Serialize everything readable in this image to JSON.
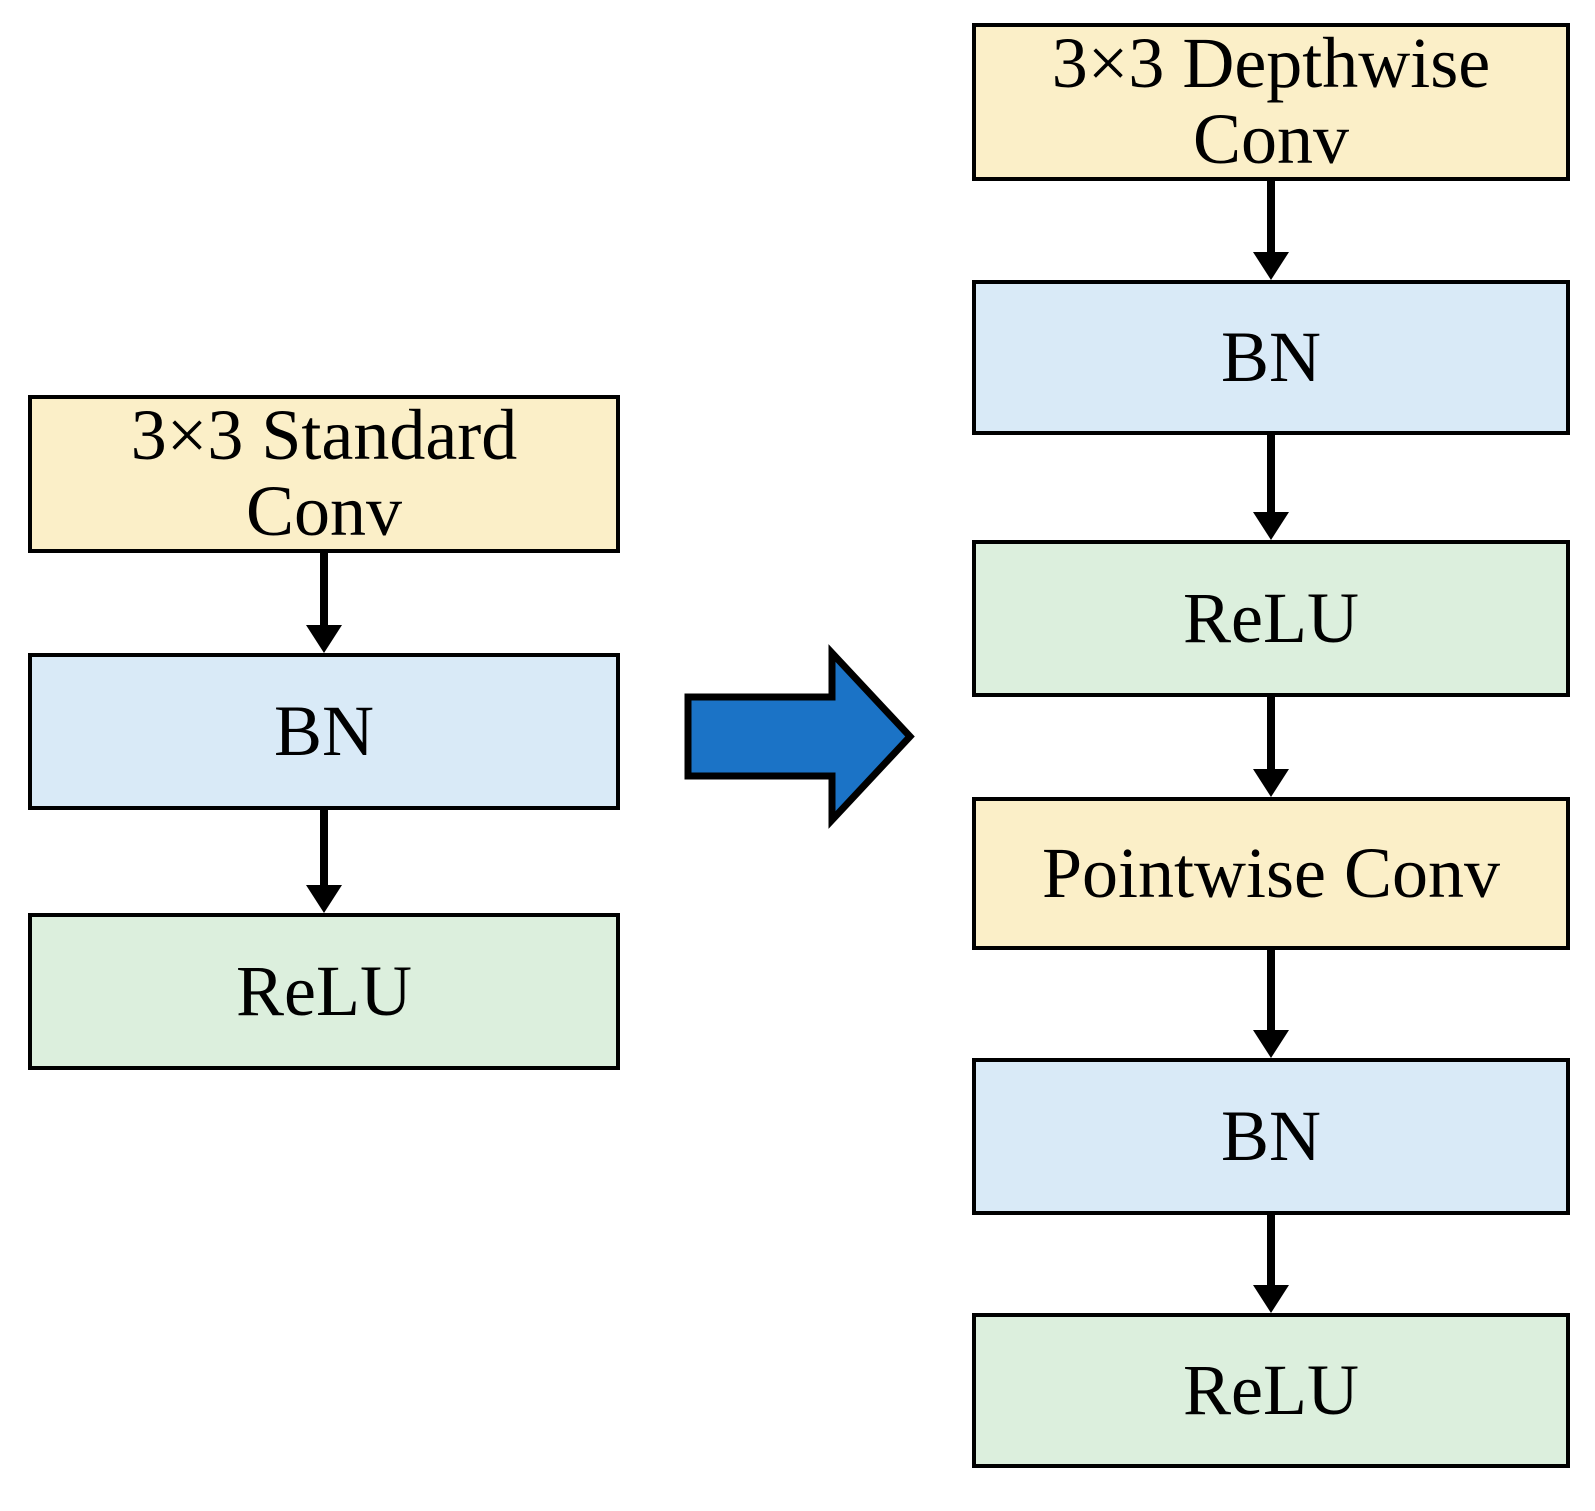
{
  "colors": {
    "conv_fill": "#FBEFC8",
    "bn_fill": "#D9EAF7",
    "relu_fill": "#DCEFDD",
    "connector": "#000000",
    "transform_arrow_fill": "#1B73C6"
  },
  "diagram": {
    "left_column": {
      "description": "standard convolution block",
      "nodes": [
        {
          "type": "conv",
          "lines": [
            "3×3 Standard",
            "Conv"
          ]
        },
        {
          "type": "bn",
          "lines": [
            "BN"
          ]
        },
        {
          "type": "relu",
          "lines": [
            "ReLU"
          ]
        }
      ]
    },
    "transform_arrow": {
      "direction": "right"
    },
    "right_column": {
      "description": "depthwise separable convolution block",
      "nodes": [
        {
          "type": "conv",
          "lines": [
            "3×3 Depthwise",
            "Conv"
          ]
        },
        {
          "type": "bn",
          "lines": [
            "BN"
          ]
        },
        {
          "type": "relu",
          "lines": [
            "ReLU"
          ]
        },
        {
          "type": "conv",
          "lines": [
            "Pointwise Conv"
          ]
        },
        {
          "type": "bn",
          "lines": [
            "BN"
          ]
        },
        {
          "type": "relu",
          "lines": [
            "ReLU"
          ]
        }
      ]
    }
  }
}
